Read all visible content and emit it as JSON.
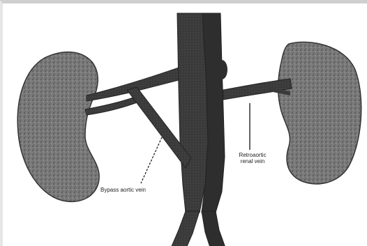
{
  "diagram": {
    "label_right_line1": "Retroaortic",
    "label_right_line2": "renal vein",
    "label_left": "Bypass aortic vein"
  }
}
